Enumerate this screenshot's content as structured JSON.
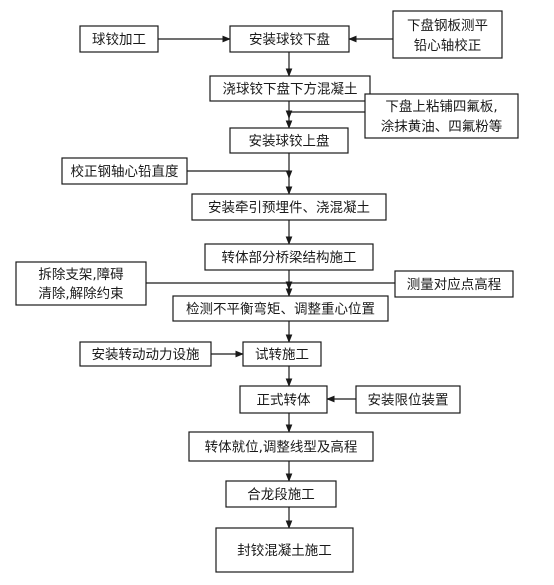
{
  "nodes": {
    "ball_hinge_processing": "球铰加工",
    "install_lower_plate": "安装球铰下盘",
    "lower_plate_level_correct": [
      "下盘钢板测平",
      "铅心轴校正"
    ],
    "pour_concrete_under_lower_plate": "浇球铰下盘下方混凝土",
    "ptfe_plate_grease": [
      "下盘上粘铺四氟板,",
      "涂抹黄油、四氟粉等"
    ],
    "install_upper_plate": "安装球铰上盘",
    "correct_pin_vertical": "校正钢轴心铅直度",
    "install_traction_pour": "安装牵引预埋件、浇混凝土",
    "rotating_beam_construction": "转体部分桥梁结构施工",
    "remove_supports": [
      "拆除支架,障碍",
      "清除,解除约束"
    ],
    "measure_elevation": "测量对应点高程",
    "check_moment_cg": "检测不平衡弯矩、调整重心位置",
    "install_power_facility": "安装转动动力设施",
    "trial_rotation": "试转施工",
    "formal_rotation": "正式转体",
    "install_limit_device": "安装限位装置",
    "positioning_adjust": "转体就位,调整线型及高程",
    "closure_segment": "合龙段施工",
    "seal_hinge_concrete": "封铰混凝土施工"
  }
}
